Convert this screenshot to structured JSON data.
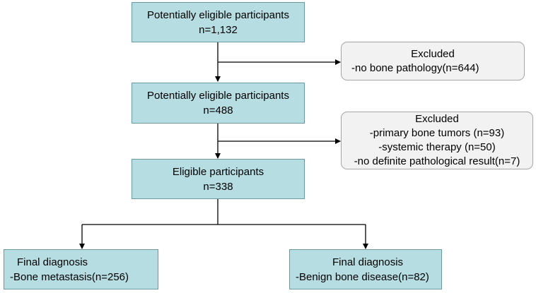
{
  "boxes": {
    "stage1": {
      "title": "Potentially eligible participants",
      "count": "n=1,132"
    },
    "stage2": {
      "title": "Potentially eligible participants",
      "count": "n=488"
    },
    "stage3": {
      "title": "Eligible participants",
      "count": "n=338"
    },
    "final_left": {
      "title": "Final diagnosis",
      "detail": "-Bone metastasis(n=256)"
    },
    "final_right": {
      "title": "Final diagnosis",
      "detail": "-Benign bone disease(n=82)"
    }
  },
  "exclusions": {
    "first": {
      "title": "Excluded",
      "items": [
        "-no bone pathology(n=644)"
      ]
    },
    "second": {
      "title": "Excluded",
      "items": [
        "-primary bone tumors (n=93)",
        "-systemic therapy (n=50)",
        "-no definite pathological result(n=7)"
      ]
    }
  },
  "colors": {
    "box_fill": "#b6dde2",
    "box_border": "#6a9aa1",
    "exclusion_fill": "#f2f2f2",
    "exclusion_border": "#a6a6a6",
    "arrow": "#000000"
  }
}
